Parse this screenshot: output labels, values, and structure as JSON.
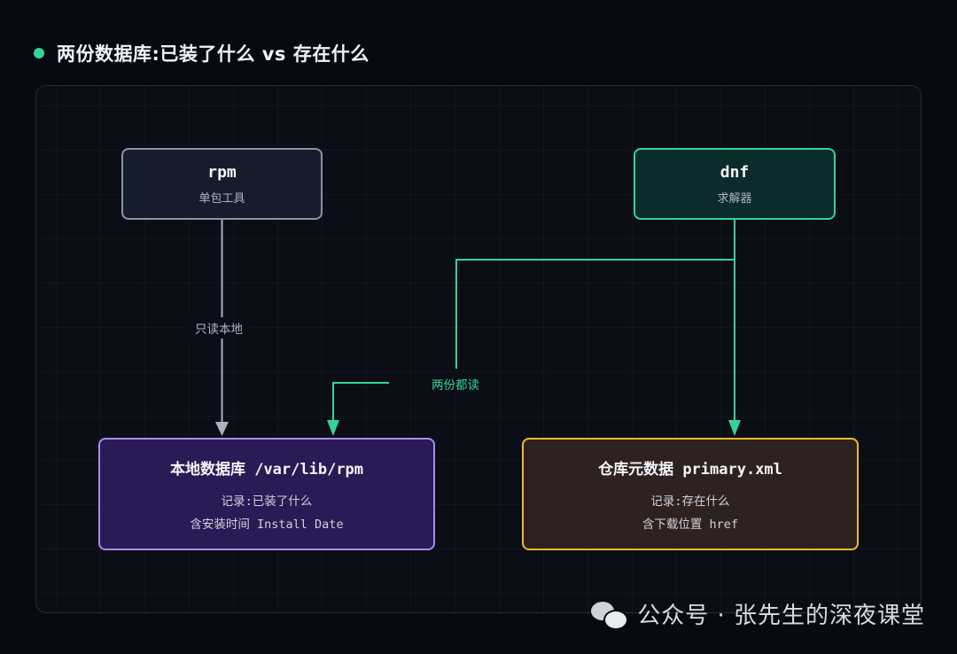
{
  "title": "两份数据库:已装了什么 vs 存在什么",
  "colors": {
    "accent_green": "#34d399",
    "rpm_border": "#8a93a6",
    "local_border": "#a78bfa",
    "repo_border": "#f5b82e",
    "background": "#080a13"
  },
  "nodes": {
    "rpm": {
      "title": "rpm",
      "subtitle": "单包工具"
    },
    "dnf": {
      "title": "dnf",
      "subtitle": "求解器"
    },
    "local_db": {
      "title": "本地数据库 /var/lib/rpm",
      "line1": "记录:已装了什么",
      "line2": "含安装时间 Install Date"
    },
    "repo_meta": {
      "title": "仓库元数据 primary.xml",
      "line1": "记录:存在什么",
      "line2": "含下载位置 href"
    }
  },
  "edges": {
    "rpm_to_local": {
      "label": "只读本地"
    },
    "dnf_to_both": {
      "label": "两份都读"
    }
  },
  "watermark": {
    "icon": "wechat-icon",
    "text": "公众号 · 张先生的深夜课堂"
  }
}
